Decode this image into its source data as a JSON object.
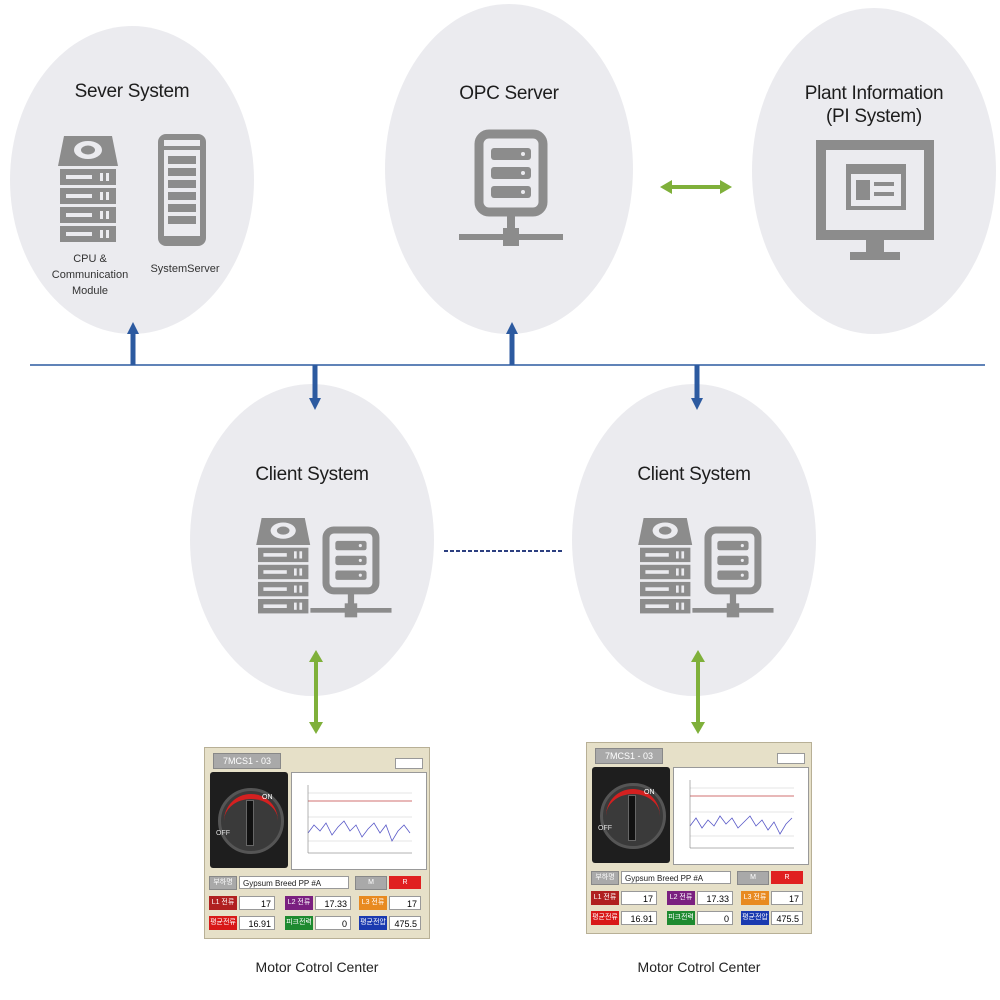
{
  "nodes": {
    "server_system": {
      "title": "Sever System",
      "cpu_label_1": "CPU &",
      "cpu_label_2": "Communication",
      "cpu_label_3": "Module",
      "server_label": "SystemServer"
    },
    "opc_server": {
      "title": "OPC Server"
    },
    "plant_info": {
      "title_1": "Plant Information",
      "title_2": "(PI System)"
    },
    "client_left": {
      "title": "Client System"
    },
    "client_right": {
      "title": "Client System"
    }
  },
  "mcc_left": {
    "caption": "Motor Cotrol Center",
    "tag": "7MCS1 - 03",
    "knob_off": "OFF",
    "knob_on": "ON",
    "name_label": "부하명",
    "name_value": "Gypsum Breed PP #A",
    "btn_gray": "M",
    "btn_red": "R",
    "r1_l1": "L1 전류",
    "r1_v1": "17",
    "r1_l2": "L2 전류",
    "r1_v2": "17.33",
    "r1_l3": "L3 전류",
    "r1_v3": "17",
    "r2_l1": "평균전류",
    "r2_v1": "16.91",
    "r2_l2": "피크전력",
    "r2_v2": "0",
    "r2_l3": "평균전압",
    "r2_v3": "475.5"
  },
  "mcc_right": {
    "caption": "Motor Cotrol Center",
    "tag": "7MCS1 - 03",
    "knob_off": "OFF",
    "knob_on": "ON",
    "name_label": "부하명",
    "name_value": "Gypsum Breed PP #A",
    "btn_gray": "M",
    "btn_red": "R",
    "r1_l1": "L1 전류",
    "r1_v1": "17",
    "r1_l2": "L2 전류",
    "r1_v2": "17.33",
    "r1_l3": "L3 전류",
    "r1_v3": "17",
    "r2_l1": "평균전류",
    "r2_v1": "16.91",
    "r2_l2": "피크전력",
    "r2_v2": "0",
    "r2_l3": "평균전압",
    "r2_v3": "475.5"
  },
  "colors": {
    "circle": "#ebebef",
    "icon": "#8c8c8c",
    "bus": "#2c5aa0",
    "green": "#7fb03a",
    "panel": "#e6e0c8"
  }
}
